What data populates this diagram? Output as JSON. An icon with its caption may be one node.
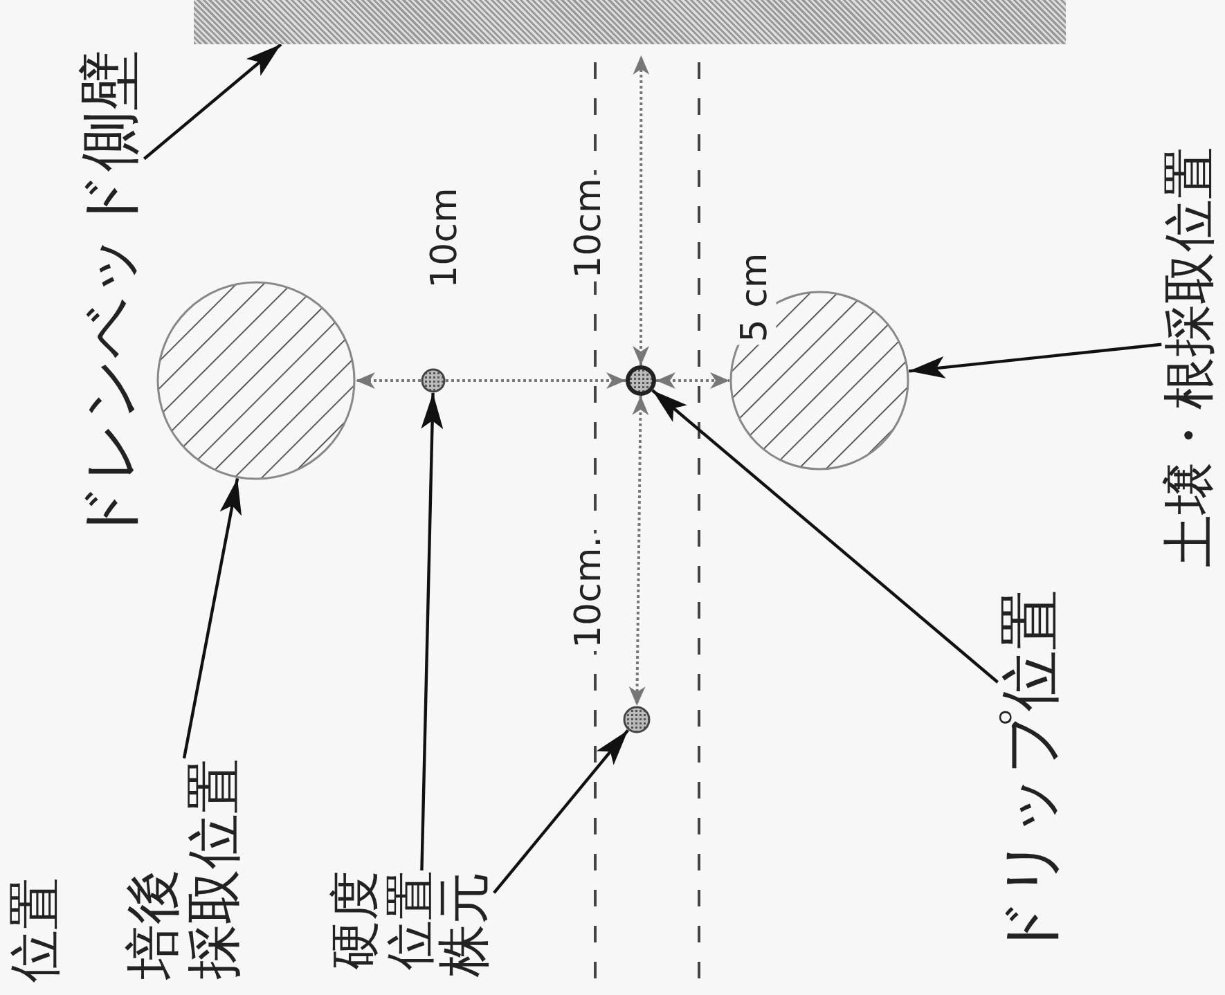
{
  "diagram": {
    "nodes": [
      {
        "text": [],
        "shape": "bar"
      },
      {
        "text": [
          "ドレンベッド側壁"
        ]
      },
      {
        "text": [],
        "shape": "circle"
      },
      {
        "text": [
          "培後",
          "採取位置"
        ]
      },
      {
        "text": [],
        "shape": "circle"
      },
      {
        "text": [
          "硬度",
          "位置"
        ]
      },
      {
        "text": [],
        "shape": "circle"
      },
      {
        "text": [],
        "shape": "circle"
      },
      {
        "text": [
          "株元"
        ]
      },
      {
        "text": [
          "ドリップ位置"
        ]
      },
      {
        "text": [],
        "shape": "circle"
      },
      {
        "text": [
          "土壌・根採取位置"
        ]
      }
    ],
    "edges": [
      {
        "from": 1,
        "to": 0,
        "arrow": "to"
      },
      {
        "from": 3,
        "to": 2,
        "arrow": "to"
      },
      {
        "from": 5,
        "to": 4,
        "arrow": "to"
      },
      {
        "from": 8,
        "to": 7,
        "arrow": "to"
      },
      {
        "from": 9,
        "to": 6,
        "arrow": "to"
      },
      {
        "from": 11,
        "to": 10,
        "arrow": "to"
      },
      {
        "from": 4,
        "to": 2,
        "arrow": "to",
        "style": "dashed",
        "color": "#777777"
      },
      {
        "from": 4,
        "to": 6,
        "arrow": "to",
        "label": "10cm",
        "style": "dashed",
        "color": "#777777"
      },
      {
        "from": 6,
        "to": 0,
        "arrow": "both",
        "label": "10cm",
        "style": "dashed",
        "color": "#777777"
      },
      {
        "from": 6,
        "to": 7,
        "arrow": "both",
        "label": "10cm.",
        "style": "dashed",
        "color": "#777777"
      },
      {
        "from": 6,
        "to": 10,
        "arrow": "both",
        "label": "5 cm",
        "style": "dashed",
        "color": "#777777"
      }
    ],
    "labels": [
      "位置"
    ]
  }
}
